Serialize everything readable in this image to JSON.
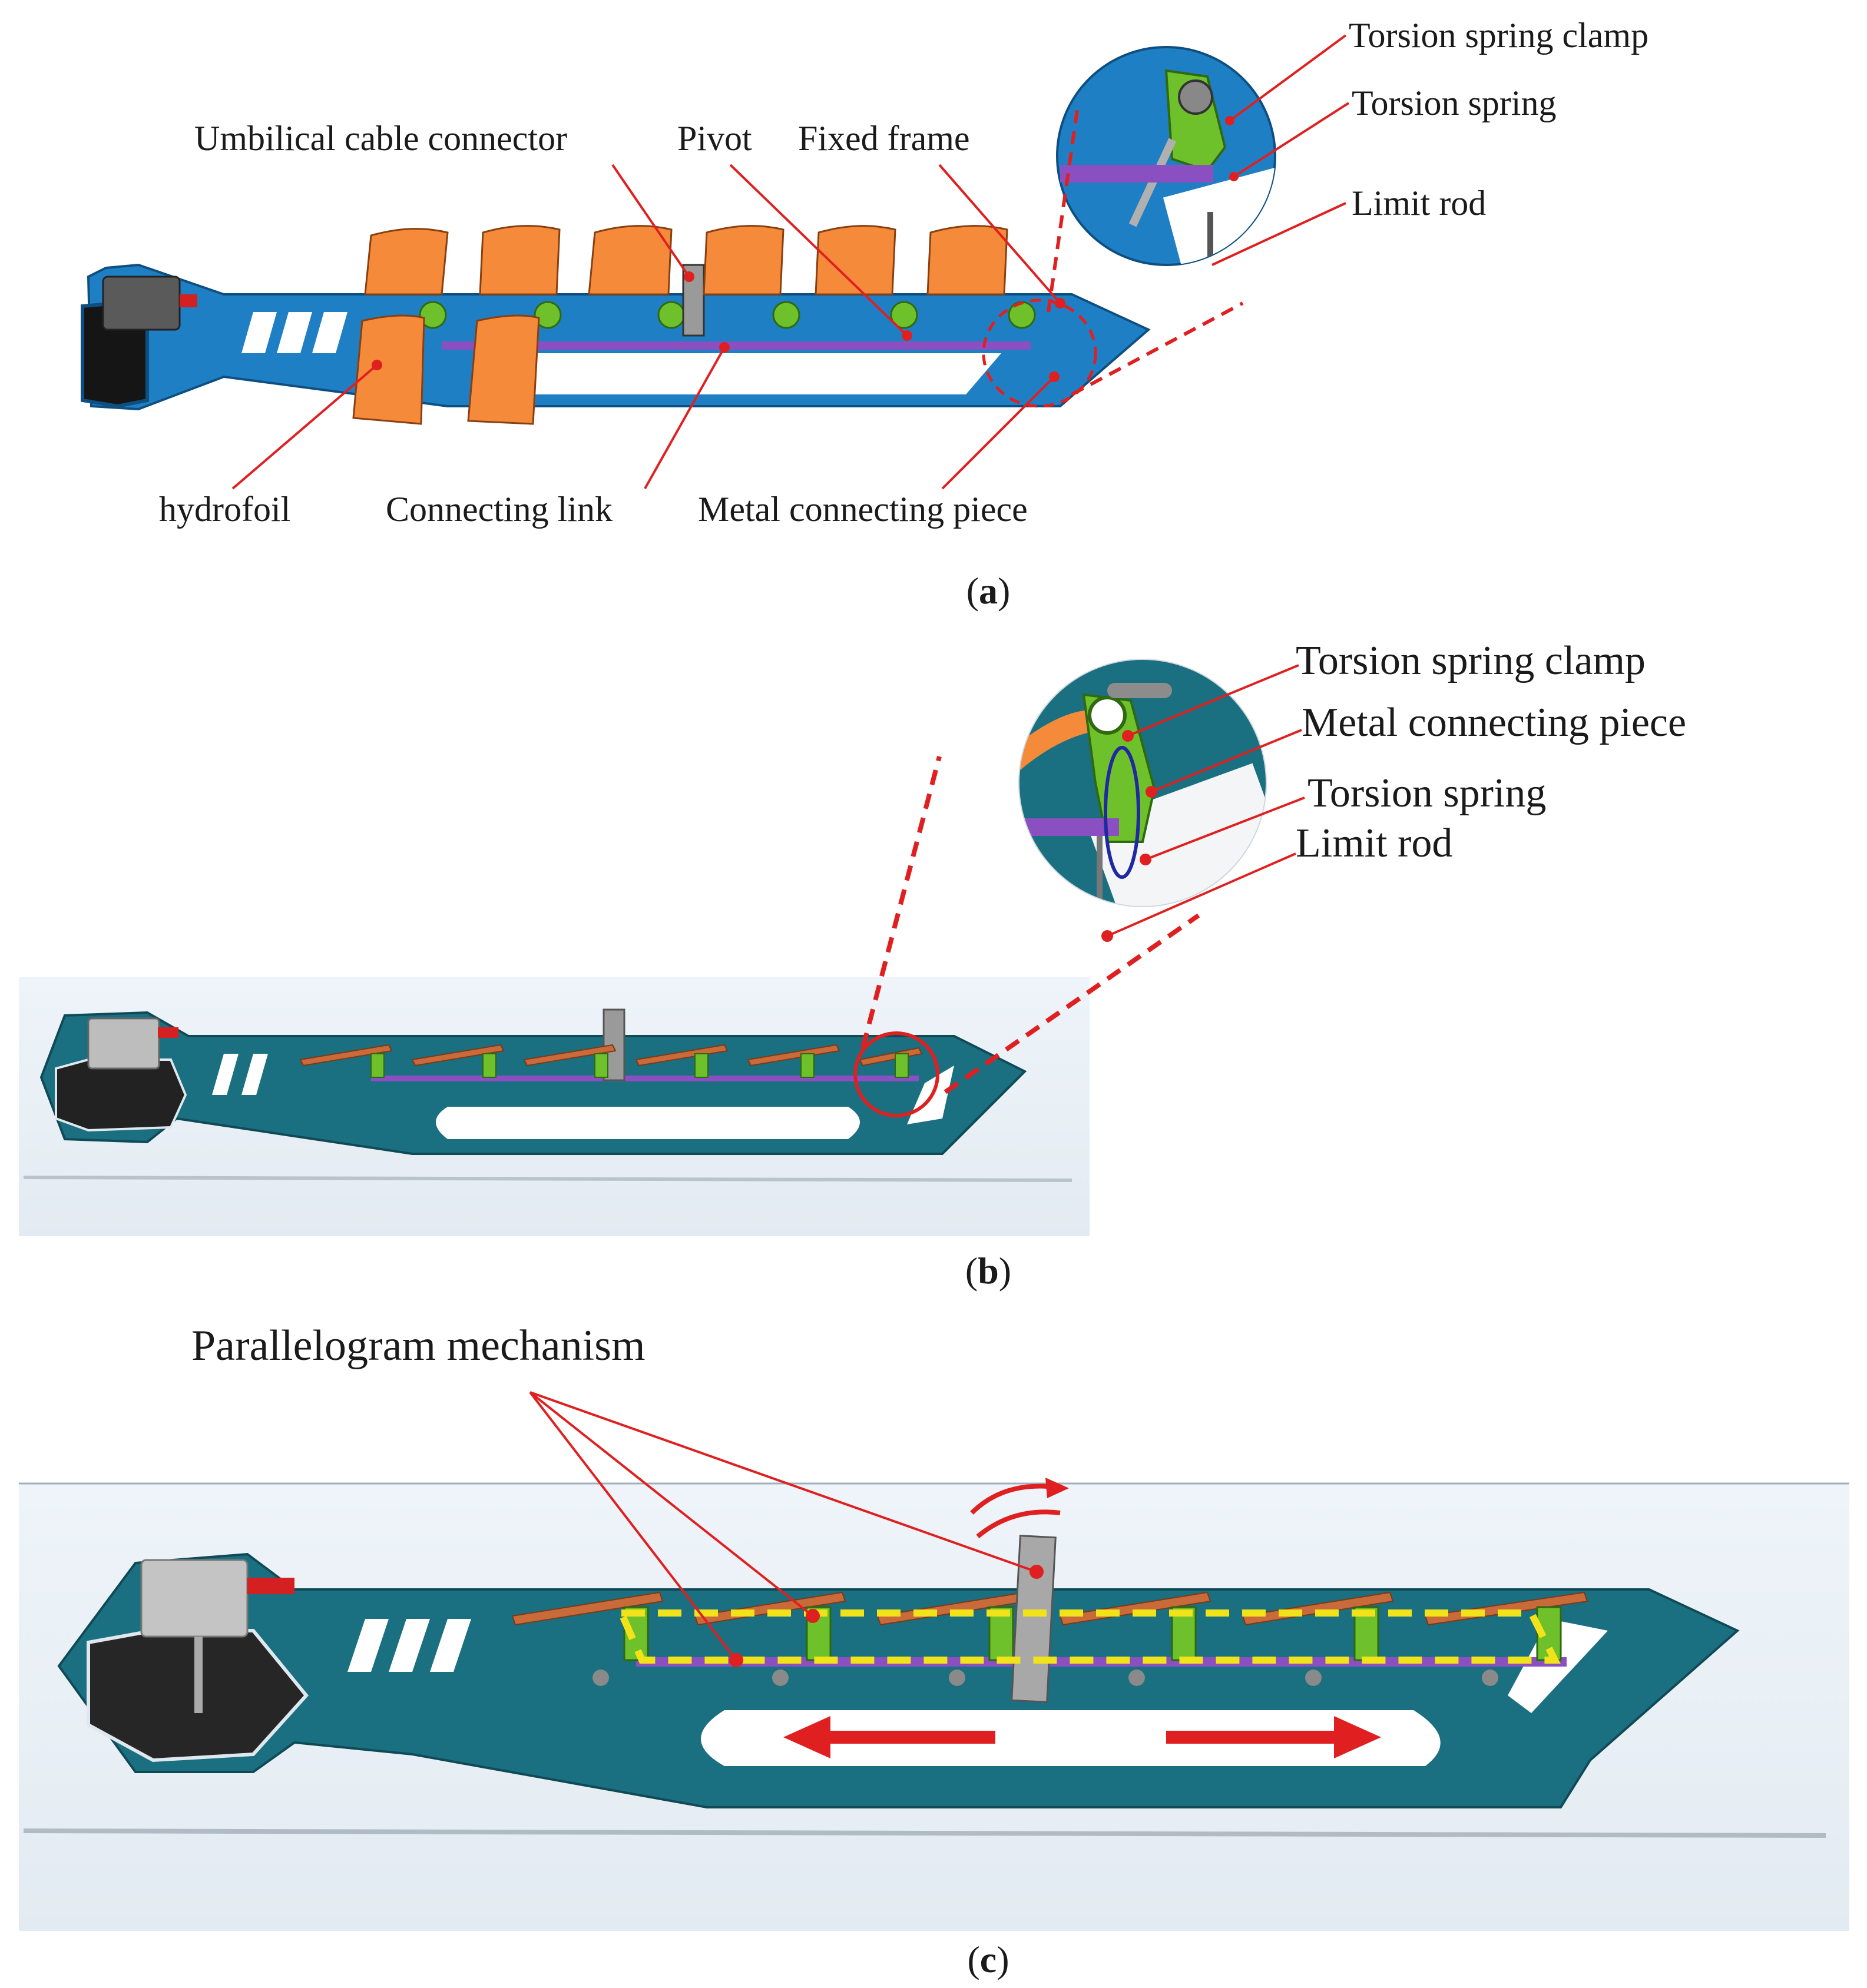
{
  "panel_a": {
    "labels": {
      "umbilical": "Umbilical cable connector",
      "pivot": "Pivot",
      "fixed_frame": "Fixed frame",
      "hydrofoil": "hydrofoil",
      "connecting_link": "Connecting link",
      "metal_piece": "Metal connecting piece",
      "inset_clamp": "Torsion spring clamp",
      "inset_spring": "Torsion spring",
      "inset_limit": "Limit rod"
    },
    "caption": {
      "open": "(",
      "letter": "a",
      "close": ")"
    }
  },
  "panel_b": {
    "labels": {
      "inset_clamp": "Torsion spring clamp",
      "inset_metal": "Metal connecting piece",
      "inset_spring": "Torsion spring",
      "inset_limit": "Limit rod"
    },
    "caption": {
      "open": "(",
      "letter": "b",
      "close": ")"
    }
  },
  "panel_c": {
    "labels": {
      "parallelogram": "Parallelogram mechanism"
    },
    "caption": {
      "open": "(",
      "letter": "c",
      "close": ")"
    }
  },
  "colors": {
    "frame_blue": "#1f7fc4",
    "frame_teal": "#1a6f80",
    "hydrofoil_orange": "#f58a3a",
    "link_purple": "#8a4fc0",
    "bracket_green": "#6ec12a",
    "callout_red": "#e02020",
    "parallelogram_yellow": "#f2e21a",
    "background_panel": "#e9f0f6"
  },
  "icons": [
    "motion-arrow-left-icon",
    "motion-arrow-right-icon",
    "rotation-arrow-icon"
  ]
}
